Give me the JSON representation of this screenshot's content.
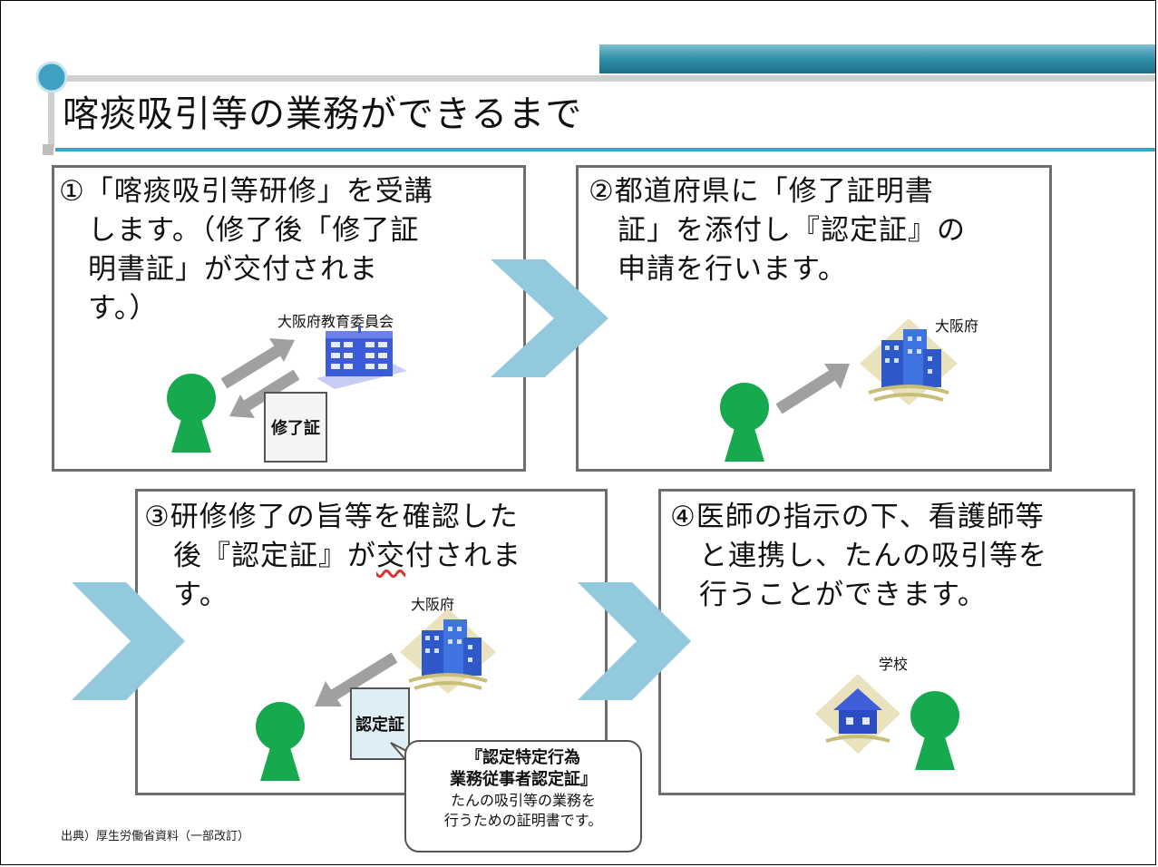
{
  "title": "喀痰吸引等の業務ができるまで",
  "colors": {
    "accent_teal": "#2e8fa8",
    "chevron": "#92c9dc",
    "person_green": "#16a94e",
    "arrow_gray": "#a0a0a0",
    "building_blue": "#3b5bd8"
  },
  "steps": [
    {
      "lines": [
        "①「喀痰吸引等研修」を受講",
        "　します。（修了後「修了証",
        "　明書証」が交付されま",
        "　す。）"
      ],
      "org_label": "大阪府教育委員会",
      "doc_label": "修了証",
      "icons": [
        "person-icon",
        "school-building-icon",
        "document-icon"
      ]
    },
    {
      "lines": [
        "②都道府県に「修了証明書",
        "　証」を添付し『認定証』の",
        "　申請を行います。"
      ],
      "org_label": "大阪府",
      "icons": [
        "person-icon",
        "office-building-icon"
      ]
    },
    {
      "line1": "③研修修了の旨等を確認した",
      "line2_a": "　後『認定証』が",
      "line2_b": "交",
      "line2_c": "付されま",
      "line3": "　す。",
      "org_label": "大阪府",
      "doc_label": "認定証",
      "icons": [
        "person-icon",
        "office-building-icon",
        "document-icon"
      ]
    },
    {
      "lines": [
        "④医師の指示の下、看護師等",
        "　と連携し、たんの吸引等を",
        "　行うことができます。"
      ],
      "place_label": "学校",
      "icons": [
        "person-icon",
        "house-icon"
      ]
    }
  ],
  "callout": {
    "title_line1": "『認定特定行為",
    "title_line2": "業務従事者認定証』",
    "desc_line1": "たんの吸引等の業務を",
    "desc_line2": "行うための証明書です。"
  },
  "source": "出典）厚生労働省資料（一部改訂）"
}
